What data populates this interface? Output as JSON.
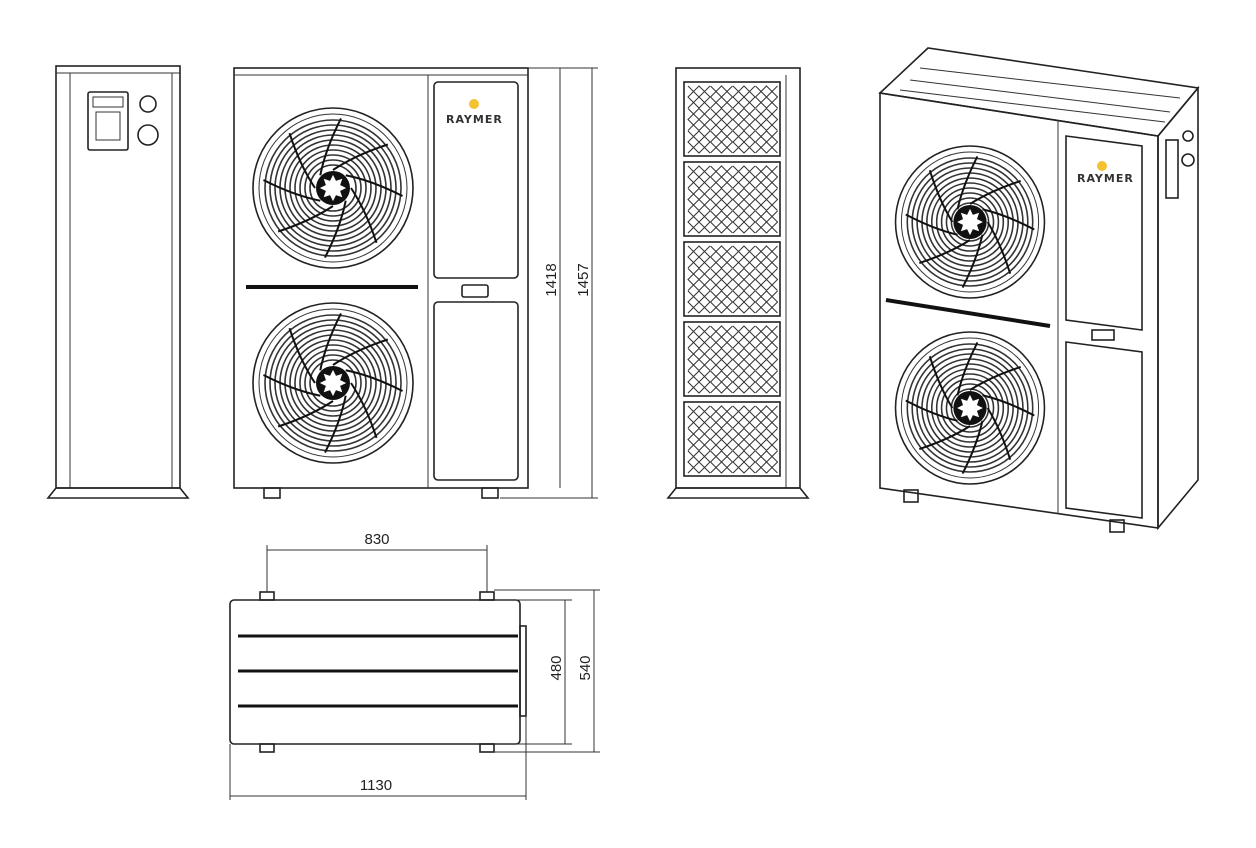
{
  "brand": {
    "logo_text": "RAYMER",
    "logo_accent": "#f2c230"
  },
  "dimensions": {
    "inner_height": "1418",
    "total_height": "1457",
    "foot_spacing": "830",
    "foot_depth": "480",
    "total_depth": "540",
    "total_width": "1130"
  },
  "colors": {
    "line": "#222222",
    "background": "#ffffff"
  }
}
